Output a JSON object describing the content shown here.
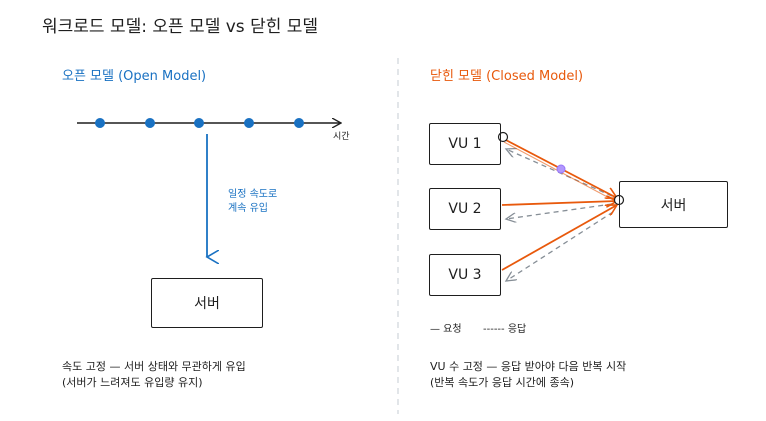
{
  "title": "워크로드 모델: 오픈 모델 vs 닫힌 모델",
  "open": {
    "heading": "오픈 모델 (Open Model)",
    "axis_label": "시간",
    "flow_label_1": "일정 속도로",
    "flow_label_2": "계속 유입",
    "server_label": "서버",
    "note_1": "속도 고정 — 서버 상태와 무관하게 유입",
    "note_2": "(서버가 느려져도 유입량 유지)"
  },
  "closed": {
    "heading": "닫힌 모델 (Closed Model)",
    "vu": [
      "VU 1",
      "VU 2",
      "VU 3"
    ],
    "server_label": "서버",
    "legend_request": "— 요청",
    "legend_response": "------ 응답",
    "note_1": "VU 수 고정 — 응답 받아야 다음 반복 시작",
    "note_2": "(반복 속도가 응답 시간에 종속)"
  },
  "colors": {
    "open_accent": "#1971c2",
    "closed_accent": "#e8590c",
    "stroke": "#1e1e1e",
    "response": "#868e96",
    "divider": "#ced4da"
  }
}
